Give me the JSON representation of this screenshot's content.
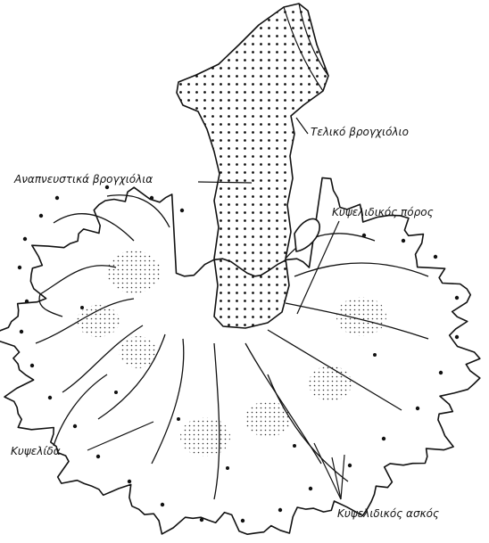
{
  "labels": {
    "terminal_bronchiole": "Τελικό βρογχιόλιο",
    "respiratory_bronchiole": "Αναπνευστικά βρογχιόλια",
    "alveolar_duct": "Κυψελιδικός πόρος",
    "alveolus": "Κυψελίδα",
    "alveolar_sacs": "Κυψελιδικός ασκός"
  },
  "colors": {
    "ink": "#111111",
    "paper": "#ffffff"
  }
}
